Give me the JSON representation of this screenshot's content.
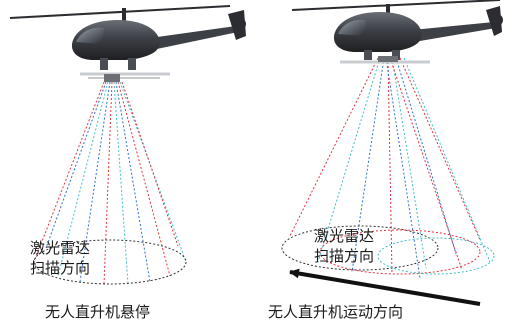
{
  "panels": [
    {
      "id": "hover",
      "scan_label_line1": "激光雷达",
      "scan_label_line2": "扫描方向",
      "caption": "无人直升机悬停"
    },
    {
      "id": "moving",
      "scan_label_line1": "激光雷达",
      "scan_label_line2": "扫描方向",
      "caption": "无人直升机运动方向"
    }
  ],
  "colors": {
    "beam_red": "#e8323c",
    "beam_cyan": "#3bbfc9",
    "beam_blue": "#2f6fd6",
    "fuselage": "#3d4046",
    "arrow": "#111111"
  }
}
